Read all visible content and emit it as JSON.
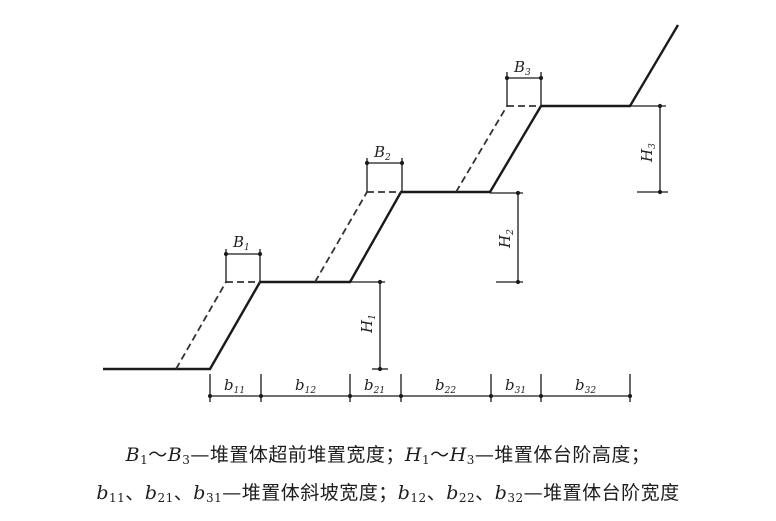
{
  "figure": {
    "labels": {
      "B1": {
        "main": "B",
        "sub": "1"
      },
      "B2": {
        "main": "B",
        "sub": "2"
      },
      "B3": {
        "main": "B",
        "sub": "3"
      },
      "H1": {
        "main": "H",
        "sub": "1"
      },
      "H2": {
        "main": "H",
        "sub": "2"
      },
      "H3": {
        "main": "H",
        "sub": "3"
      },
      "b11": {
        "main": "b",
        "sub": "11"
      },
      "b12": {
        "main": "b",
        "sub": "12"
      },
      "b21": {
        "main": "b",
        "sub": "21"
      },
      "b22": {
        "main": "b",
        "sub": "22"
      },
      "b31": {
        "main": "b",
        "sub": "31"
      },
      "b32": {
        "main": "b",
        "sub": "32"
      }
    },
    "colors": {
      "line": "#1a1a1a",
      "dashed": "#333333",
      "text": "#222222"
    }
  },
  "caption": {
    "line1": {
      "B_range_start": "B",
      "B_range_start_sub": "1",
      "tilde1": "～",
      "B_range_end": "B",
      "B_range_end_sub": "3",
      "B_desc": "—堆置体超前堆置宽度；",
      "H_range_start": "H",
      "H_range_start_sub": "1",
      "tilde2": "～",
      "H_range_end": "H",
      "H_range_end_sub": "3",
      "H_desc": "—堆置体台阶高度；"
    },
    "line2": {
      "b11": "b",
      "b11_sub": "11",
      "sep1": "、",
      "b21": "b",
      "b21_sub": "21",
      "sep2": "、",
      "b31": "b",
      "b31_sub": "31",
      "slope_desc": "—堆置体斜坡宽度；",
      "b12": "b",
      "b12_sub": "12",
      "sep3": "、",
      "b22": "b",
      "b22_sub": "22",
      "sep4": "、",
      "b32": "b",
      "b32_sub": "32",
      "step_desc": "—堆置体台阶宽度"
    }
  }
}
